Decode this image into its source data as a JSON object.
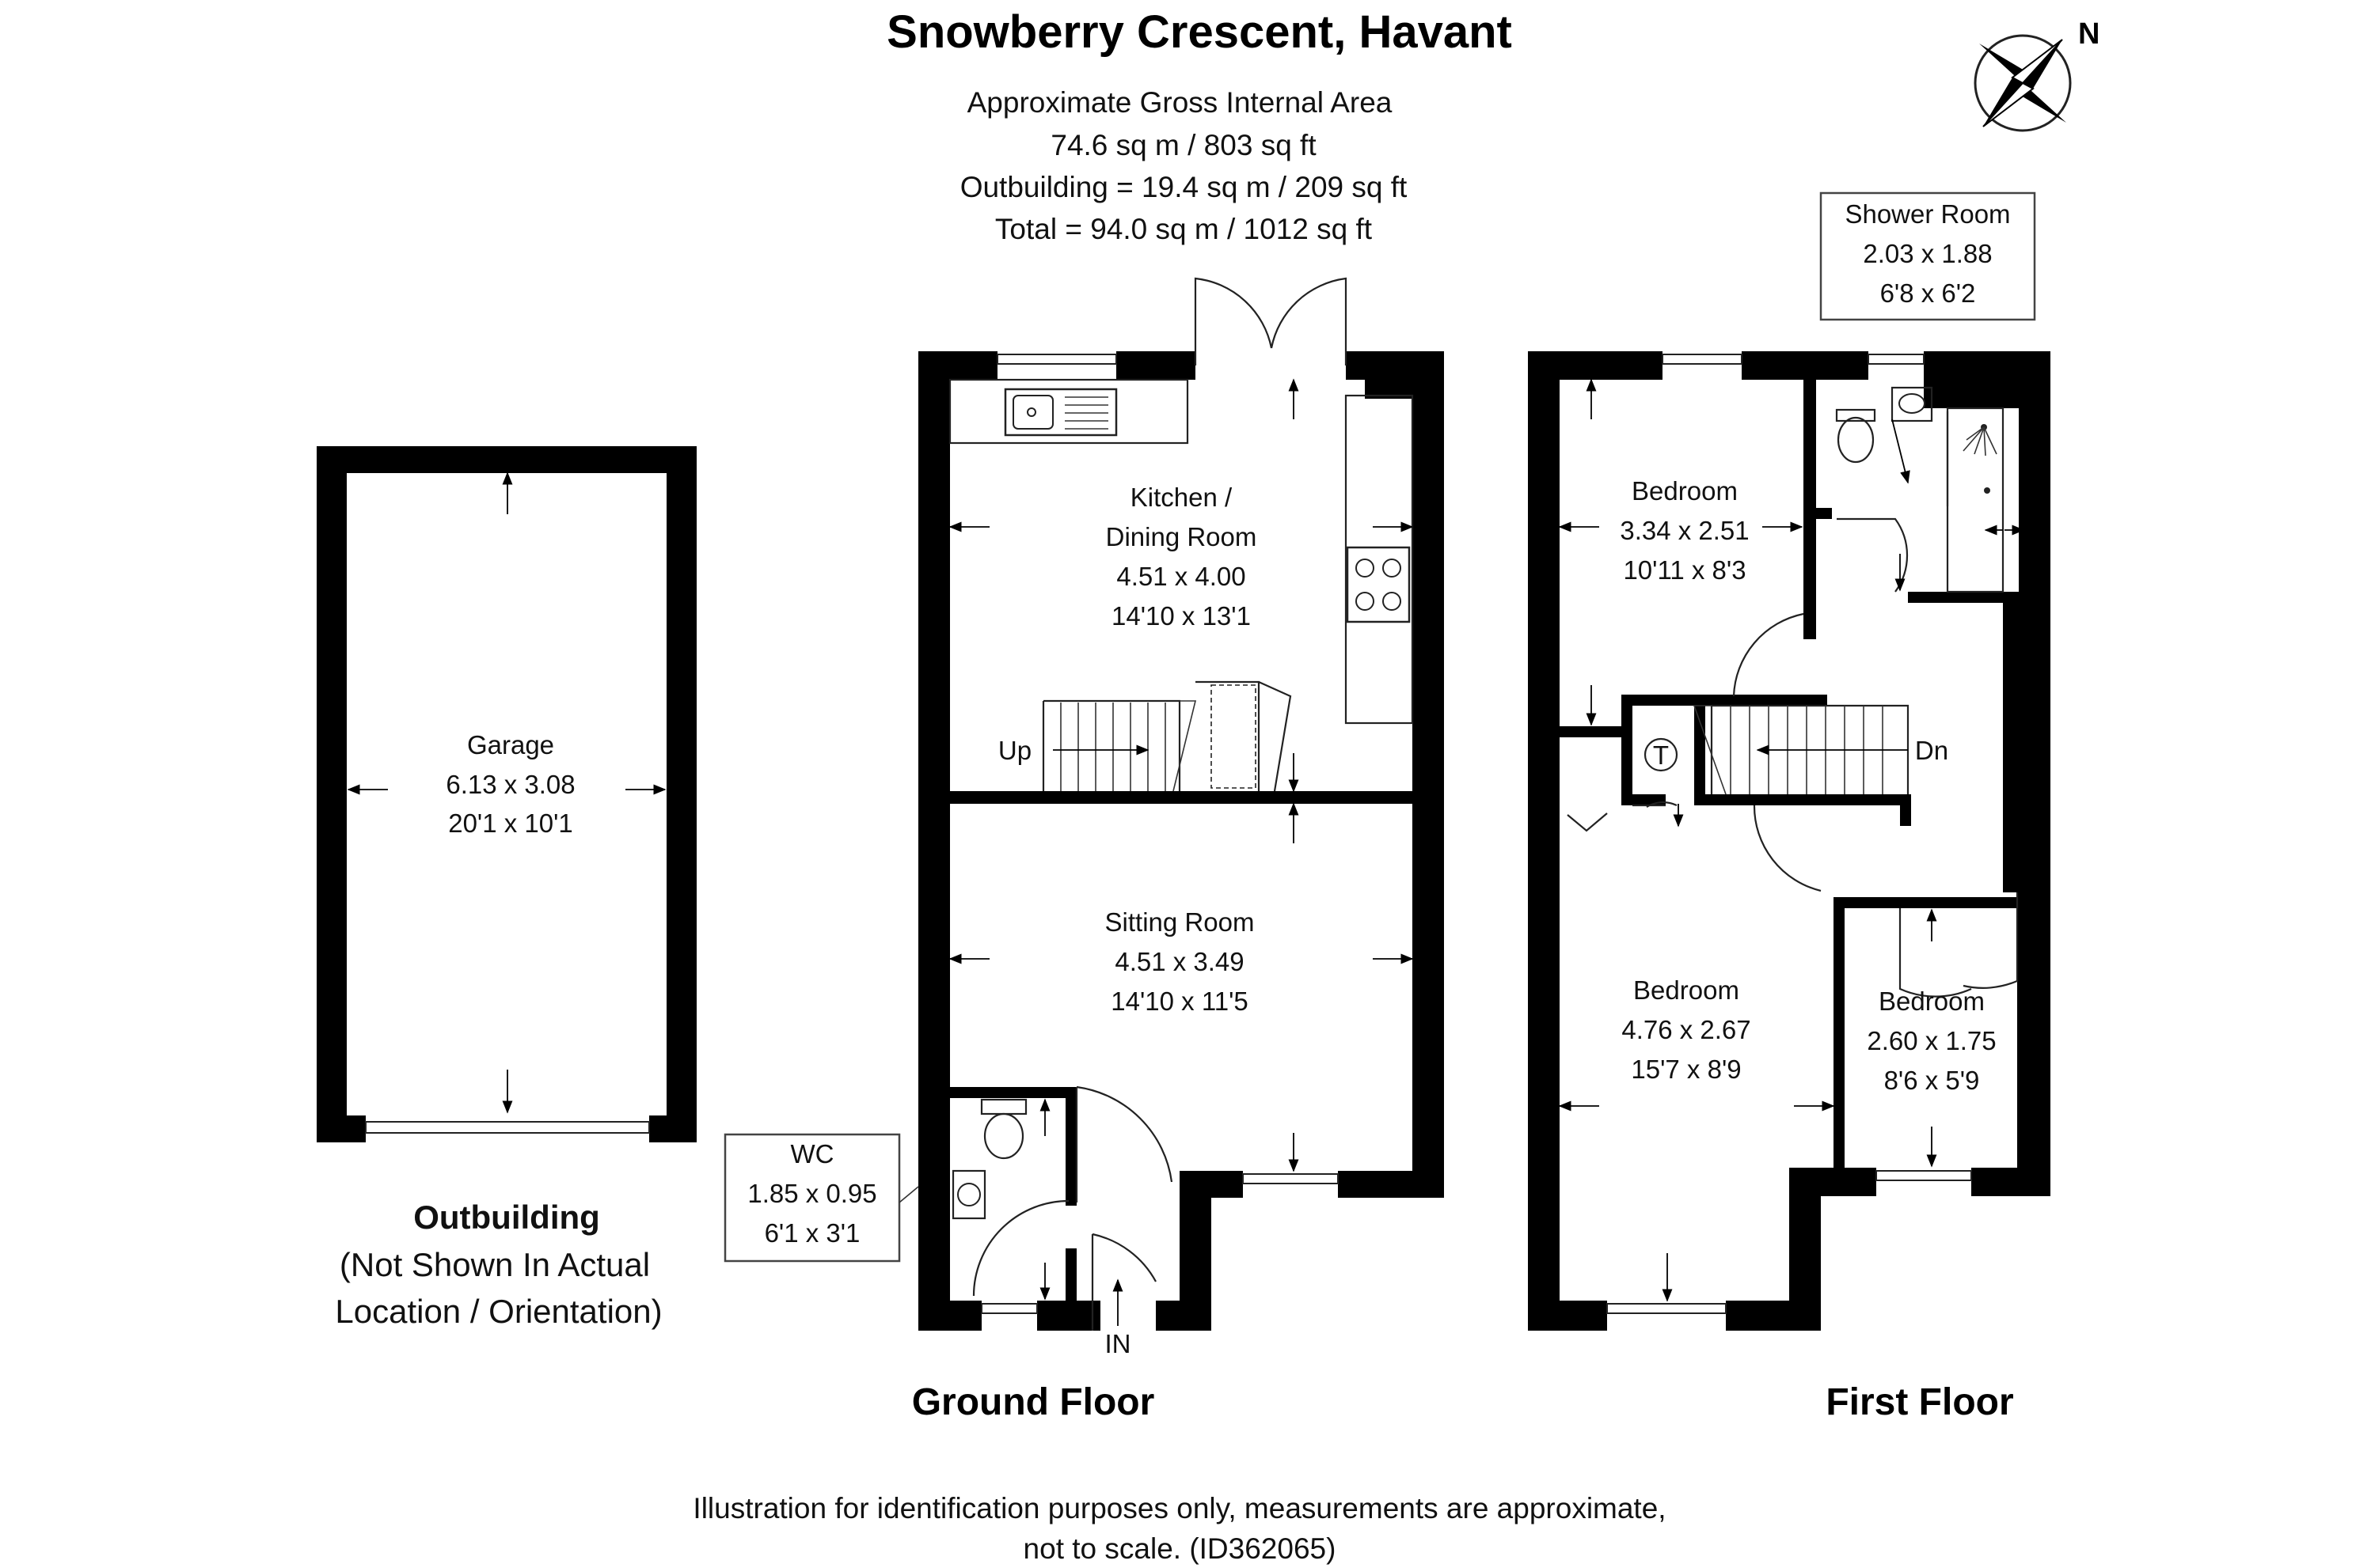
{
  "header": {
    "title": "Snowberry Crescent, Havant",
    "area_heading": "Approximate Gross Internal Area",
    "area_main": "74.6 sq m / 803 sq ft",
    "area_outbuilding": "Outbuilding = 19.4 sq m / 209 sq ft",
    "area_total": "Total = 94.0 sq m / 1012 sq ft"
  },
  "compass": {
    "label": "N",
    "icon": "compass-rose-icon"
  },
  "outbuilding": {
    "garage": {
      "name": "Garage",
      "metric": "6.13 x 3.08",
      "imperial": "20'1 x 10'1"
    },
    "caption_title": "Outbuilding",
    "caption_line1": "(Not Shown In Actual",
    "caption_line2": "Location / Orientation)"
  },
  "ground_floor": {
    "label": "Ground Floor",
    "kitchen": {
      "name_line1": "Kitchen /",
      "name_line2": "Dining Room",
      "metric": "4.51 x 4.00",
      "imperial": "14'10 x 13'1"
    },
    "sitting": {
      "name": "Sitting Room",
      "metric": "4.51 x 3.49",
      "imperial": "14'10 x 11'5"
    },
    "wc": {
      "name": "WC",
      "metric": "1.85 x 0.95",
      "imperial": "6'1 x 3'1"
    },
    "stairs_label": "Up",
    "entrance_label": "IN"
  },
  "first_floor": {
    "label": "First Floor",
    "shower": {
      "name": "Shower Room",
      "metric": "2.03 x 1.88",
      "imperial": "6'8 x 6'2"
    },
    "bedroom1": {
      "name": "Bedroom",
      "metric": "3.34 x 2.51",
      "imperial": "10'11 x 8'3"
    },
    "bedroom2": {
      "name": "Bedroom",
      "metric": "4.76 x 2.67",
      "imperial": "15'7 x 8'9"
    },
    "bedroom3": {
      "name": "Bedroom",
      "metric": "2.60 x 1.75",
      "imperial": "8'6 x 5'9"
    },
    "stairs_label": "Dn",
    "tank_label": "T"
  },
  "footer": {
    "line1": "Illustration for identification purposes only, measurements are approximate,",
    "line2": "not to scale. (ID362065)"
  }
}
